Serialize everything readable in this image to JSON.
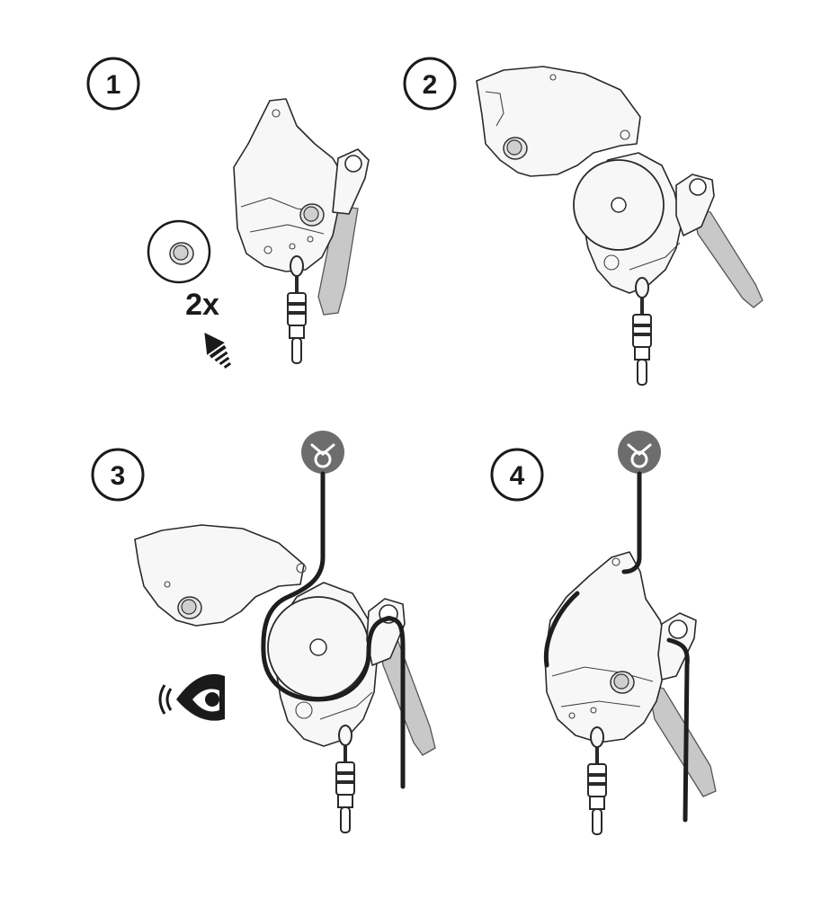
{
  "steps": [
    {
      "number": "1"
    },
    {
      "number": "2"
    },
    {
      "number": "3"
    },
    {
      "number": "4"
    }
  ],
  "step1": {
    "repeat_label": "2x",
    "press_icon": "press-hand-icon",
    "detail_icon": "pin-detail-icon"
  },
  "step3": {
    "look_icon": "eye-check-icon"
  },
  "anchor_icon": "anchor-point-icon",
  "colors": {
    "rope": "#1e1e1e",
    "handle": "#c8c8c8",
    "anchor": "#6d6d6d",
    "outline": "#2a2a2a"
  }
}
